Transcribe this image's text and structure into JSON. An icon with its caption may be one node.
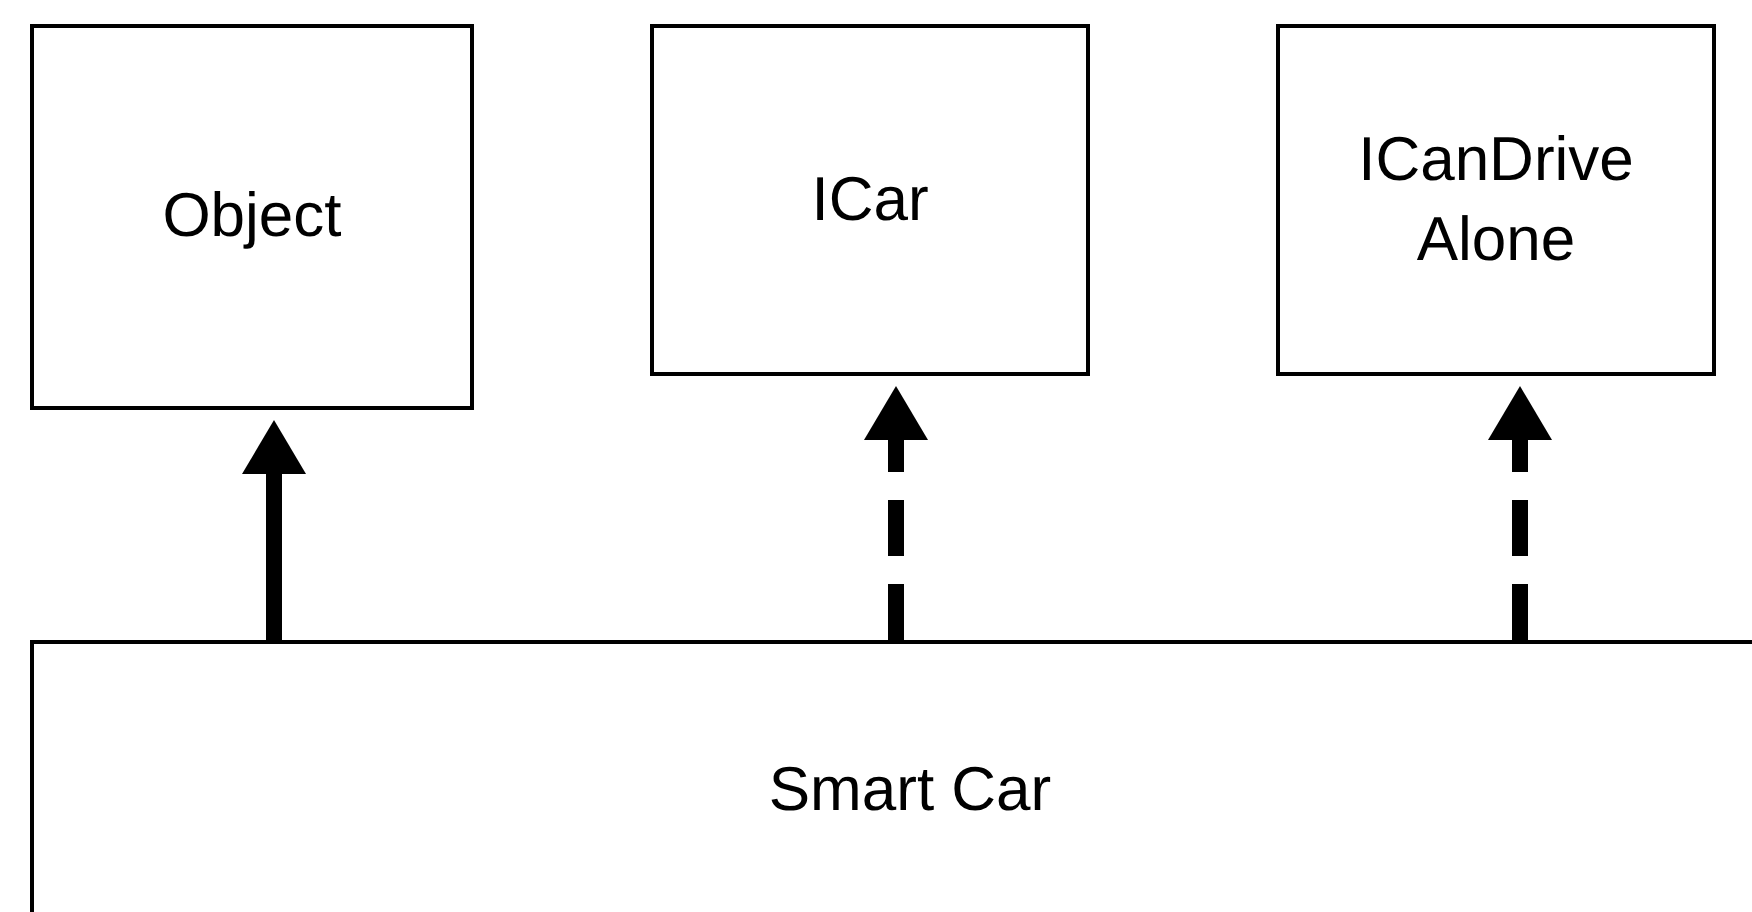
{
  "diagram": {
    "nodes": [
      {
        "text": [
          "Object"
        ]
      },
      {
        "text": [
          "ICar"
        ]
      },
      {
        "text": [
          "ICanDrive Alone"
        ]
      },
      {
        "text": [
          "Smart Car"
        ]
      }
    ],
    "edges": [
      {
        "from": 3,
        "to": 0,
        "arrow": "to"
      },
      {
        "from": 3,
        "to": 1,
        "arrow": "to",
        "style": "dashed"
      },
      {
        "from": 3,
        "to": 2,
        "arrow": "to",
        "style": "dashed"
      }
    ]
  }
}
